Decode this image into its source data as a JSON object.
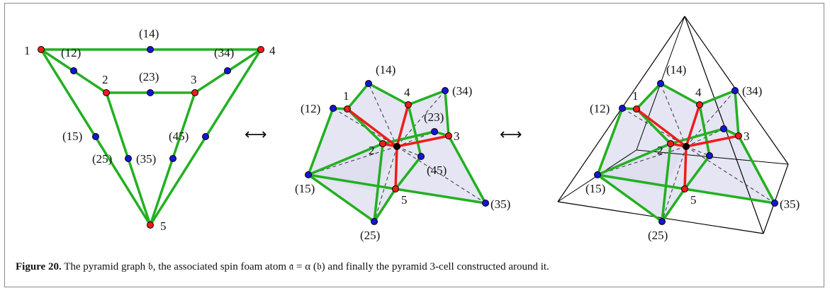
{
  "colors": {
    "edge": "#22b021",
    "red_edge": "#ee1c1c",
    "vertex_red": "#ee1c1c",
    "vertex_blue": "#1515d8",
    "center": "#000000",
    "face": "#dcdcef",
    "pyramid": "#000000"
  },
  "arrows": {
    "left": "⟷",
    "right": "⟷"
  },
  "panel1": {
    "labels": {
      "v1": "1",
      "v2": "2",
      "v3": "3",
      "v4": "4",
      "v5": "5",
      "e12": "(12)",
      "e14": "(14)",
      "e23": "(23)",
      "e34": "(34)",
      "e15": "(15)",
      "e25": "(25)",
      "e35": "(35)",
      "e45": "(45)"
    }
  },
  "panel2": {
    "labels": {
      "v1": "1",
      "v2": "2",
      "v3": "3",
      "v4": "4",
      "v5": "5",
      "e12": "(12)",
      "e14": "(14)",
      "e23": "(23)",
      "e34": "(34)",
      "e15": "(15)",
      "e25": "(25)",
      "e35": "(35)",
      "e45": "(45)"
    }
  },
  "panel3": {
    "labels": {
      "v1": "1",
      "v2": "2",
      "v3": "3",
      "v4": "4",
      "v5": "5",
      "e12": "(12)",
      "e14": "(14)",
      "e34": "(34)",
      "e15": "(15)",
      "e25": "(25)",
      "e35": "(35)"
    }
  },
  "caption": {
    "label": "Figure 20.",
    "text": " The pyramid graph 𝔟, the associated spin foam atom 𝔞 = α (𝔟) and finally the pyramid 3-cell constructed around it."
  }
}
